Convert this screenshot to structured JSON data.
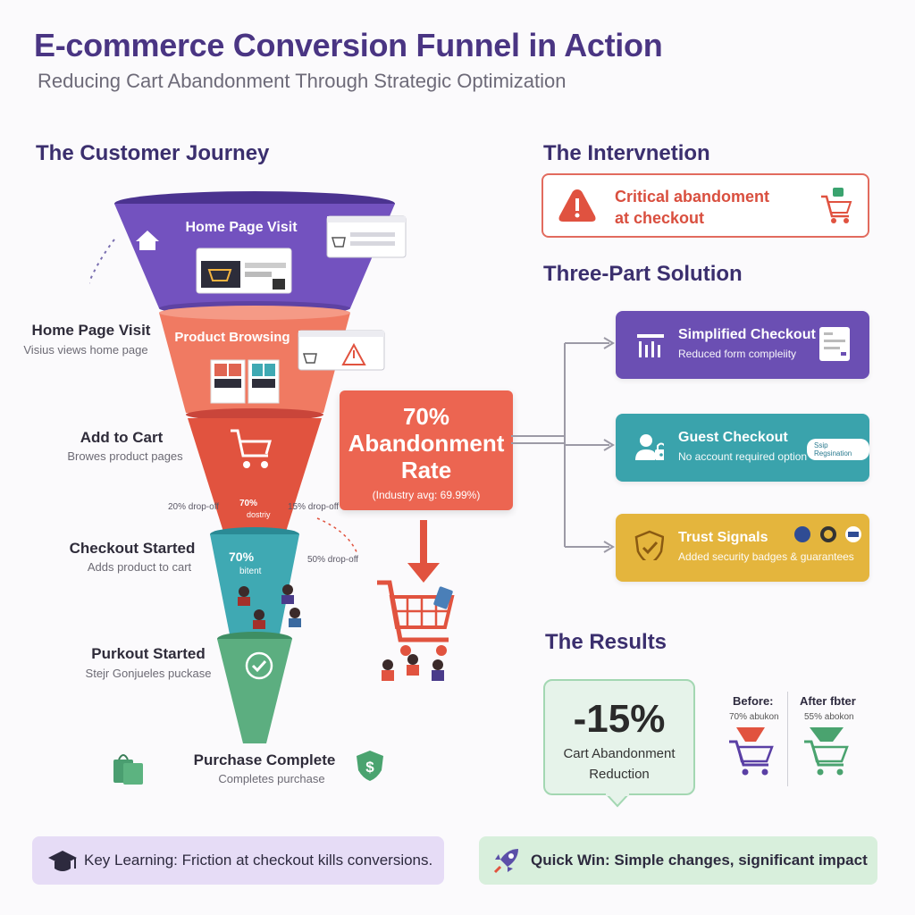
{
  "header": {
    "title": "E-commerce Conversion Funnel in Action",
    "subtitle": "Reducing Cart Abandonment Through Strategic Optimization"
  },
  "journey": {
    "section_title": "The Customer Journey",
    "funnel": {
      "top_label": "Home Page Visit",
      "second_label": "Product Browsing",
      "fourth_label": "70%",
      "fourth_sub": "bitent",
      "third_inner": "70%",
      "third_inner_sub": "dostriy"
    },
    "steps": [
      {
        "label": "Home Page Visit",
        "desc": "Visius views home page"
      },
      {
        "label": "Add to Cart",
        "desc": "Browes product pages"
      },
      {
        "label": "Checkout Started",
        "desc": "Adds product to cart"
      },
      {
        "label": "Purkout Started",
        "desc": "Stejr Gonjueles puckase"
      },
      {
        "label": "Purchase Complete",
        "desc": "Completes purchase"
      }
    ],
    "dropoffs": {
      "left": "20% drop-off",
      "right": "15% drop-off",
      "checkout": "50% drop-off"
    }
  },
  "abandonment": {
    "line1": "70%",
    "line2": "Abandonment",
    "line3": "Rate",
    "note": "(Industry avg: 69.99%)"
  },
  "intervention": {
    "section_title": "The Intervnetion",
    "alert_line1": "Critical abandoment",
    "alert_line2": "at checkout"
  },
  "solution": {
    "section_title": "Three-Part Solution",
    "cards": [
      {
        "title": "Simplified Checkout",
        "desc": "Reduced form compleiity",
        "color": "#6b4fb3"
      },
      {
        "title": "Guest Checkout",
        "desc": "No account required option",
        "badge": "Ssip Regsination",
        "color": "#3aa3ac"
      },
      {
        "title": "Trust Signals",
        "desc": "Added security badges & guarantees",
        "color": "#e4b53d"
      }
    ]
  },
  "results": {
    "section_title": "The Results",
    "big": "-15%",
    "sub_line1": "Cart Abandonment",
    "sub_line2": "Reduction",
    "before_label": "Before:",
    "before_value": "70% abukon",
    "after_label": "After fbter",
    "after_value": "55% abokon"
  },
  "footer": {
    "learning": "Key Learning: Friction at checkout kills conversions.",
    "quick_win": "Quick Win: Simple changes, significant impact"
  },
  "colors": {
    "purple": "#6b4fb3",
    "coral": "#ec6551",
    "red": "#e0563f",
    "teal": "#3aa3ac",
    "green": "#5aab7c",
    "gold": "#e4b53d"
  },
  "icons": [
    "home-icon",
    "cart-icon",
    "alert-icon",
    "server-icon",
    "user-lock-icon",
    "shield-icon",
    "rocket-icon",
    "graduation-cap-icon",
    "check-icon",
    "shopping-bag-icon"
  ]
}
